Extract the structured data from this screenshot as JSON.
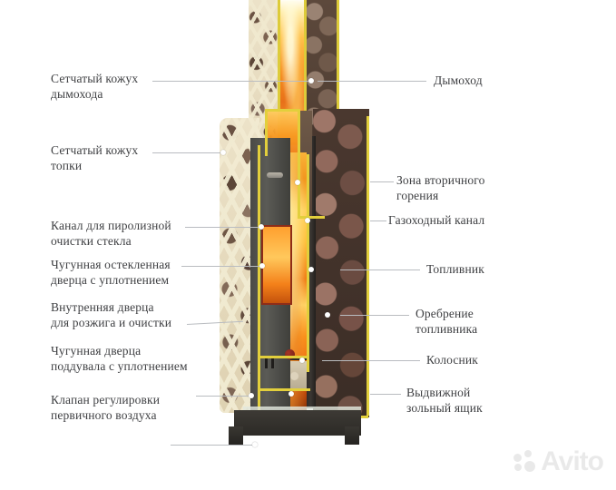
{
  "diagram": {
    "title": "Sauna stove cutaway diagram",
    "subject": "wood-burning sauna stove with mesh stone casing",
    "line_color": "#b9bcc0",
    "text_color": "#3f4043",
    "cutaway_outline_color": "#e2cf3c",
    "background": "#ffffff"
  },
  "labels_left": [
    {
      "id": "chimney-mesh-casing",
      "line1": "Сетчатый кожух",
      "line2": "дымохода"
    },
    {
      "id": "firebox-mesh-casing",
      "line1": "Сетчатый кожух",
      "line2": "топки"
    },
    {
      "id": "pyrolysis-glass-cleaning-channel",
      "line1": "Канал для пиролизной",
      "line2": "очистки стекла"
    },
    {
      "id": "cast-iron-glazed-door",
      "line1": "Чугунная остекленная",
      "line2": "дверца с уплотнением"
    },
    {
      "id": "inner-ignition-cleaning-door",
      "line1": "Внутренняя дверца",
      "line2": "для розжига и очистки"
    },
    {
      "id": "cast-iron-ash-door",
      "line1": "Чугунная дверца",
      "line2": "поддувала с уплотнением"
    },
    {
      "id": "primary-air-control-valve",
      "line1": "Клапан регулировки",
      "line2": "первичного воздуха"
    }
  ],
  "labels_right": [
    {
      "id": "chimney",
      "line1": "Дымоход",
      "line2": ""
    },
    {
      "id": "secondary-combustion-zone",
      "line1": "Зона вторичного",
      "line2": "горения"
    },
    {
      "id": "gas-duct-channel",
      "line1": "Газоходный канал",
      "line2": ""
    },
    {
      "id": "firebox",
      "line1": "Топливник",
      "line2": ""
    },
    {
      "id": "firebox-finning",
      "line1": "Оребрение",
      "line2": "топливника"
    },
    {
      "id": "grate",
      "line1": "Колосник",
      "line2": ""
    },
    {
      "id": "pull-out-ash-box",
      "line1": "Выдвижной",
      "line2": "зольный ящик"
    }
  ],
  "watermark": {
    "text": "Avito"
  }
}
